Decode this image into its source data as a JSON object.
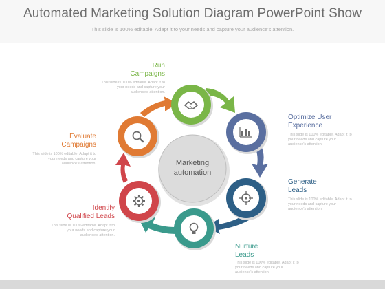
{
  "title": "Automated Marketing Solution Diagram PowerPoint Show",
  "subtitle": "This slide is 100% editable. Adapt it to your needs and capture your audience's attention.",
  "center": {
    "line1": "Marketing",
    "line2": "automation"
  },
  "steps": [
    {
      "label1": "Run",
      "label2": "Campaigns",
      "icon": "handshake-icon",
      "color": "#7ab648",
      "desc1": "This slide is 100% editable. Adapt it to",
      "desc2": "your needs and capture your",
      "desc3": "audience's attention."
    },
    {
      "label1": "Optimize User",
      "label2": "Experience",
      "icon": "bar-chart-icon",
      "color": "#5a6fa0",
      "desc1": "This slide is 100% editable. Adapt it to",
      "desc2": "your needs and capture your",
      "desc3": "audience's attention."
    },
    {
      "label1": "Generate",
      "label2": "Leads",
      "icon": "target-icon",
      "color": "#2d5f86",
      "desc1": "This slide is 100% editable. Adapt it to",
      "desc2": "your needs and capture your",
      "desc3": "audience's attention."
    },
    {
      "label1": "Nurture",
      "label2": "Leads",
      "icon": "lightbulb-icon",
      "color": "#3a9a8c",
      "desc1": "This slide is 100% editable. Adapt it to",
      "desc2": "your needs and capture your",
      "desc3": "audience's attention."
    },
    {
      "label1": "Identify",
      "label2": "Qualified Leads",
      "icon": "gear-icon",
      "color": "#d0454a",
      "desc1": "This slide is 100% editable. Adapt it to",
      "desc2": "your needs and capture your",
      "desc3": "audience's attention."
    },
    {
      "label1": "Evaluate",
      "label2": "Campaigns",
      "icon": "magnifier-icon",
      "color": "#e07a33",
      "desc1": "This slide is 100% editable. Adapt it to",
      "desc2": "your needs and capture your",
      "desc3": "audience's attention."
    }
  ]
}
